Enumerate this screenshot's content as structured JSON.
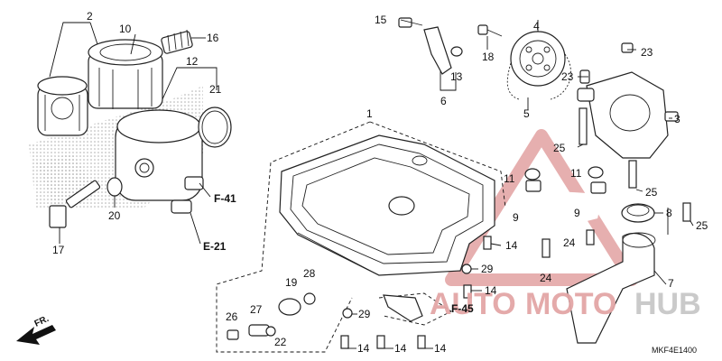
{
  "callouts": {
    "c1": "1",
    "c2": "2",
    "c3": "3",
    "c4": "4",
    "c5": "5",
    "c6": "6",
    "c7": "7",
    "c8": "8",
    "c9a": "9",
    "c9b": "9",
    "c10": "10",
    "c11a": "11",
    "c11b": "11",
    "c12": "12",
    "c13": "13",
    "c14a": "14",
    "c14b": "14",
    "c14c": "14",
    "c14d": "14",
    "c14e": "14",
    "c15": "15",
    "c16": "16",
    "c17": "17",
    "c18": "18",
    "c19": "19",
    "c20": "20",
    "c21": "21",
    "c22": "22",
    "c23a": "23",
    "c23b": "23",
    "c24a": "24",
    "c24b": "24",
    "c25a": "25",
    "c25b": "25",
    "c25c": "25",
    "c26": "26",
    "c27": "27",
    "c28": "28",
    "c29a": "29",
    "c29b": "29"
  },
  "references": {
    "f41": "F-41",
    "e21": "E-21",
    "f45": "F-45"
  },
  "direction_label": "FR.",
  "diagram_code": "MKF4E1400",
  "watermark": {
    "part_a": "AUTO",
    "part_b": "MOTO",
    "part_c": "HUB",
    "color_main": "#e3a6a6",
    "color_accent": "#c8c8c8"
  }
}
